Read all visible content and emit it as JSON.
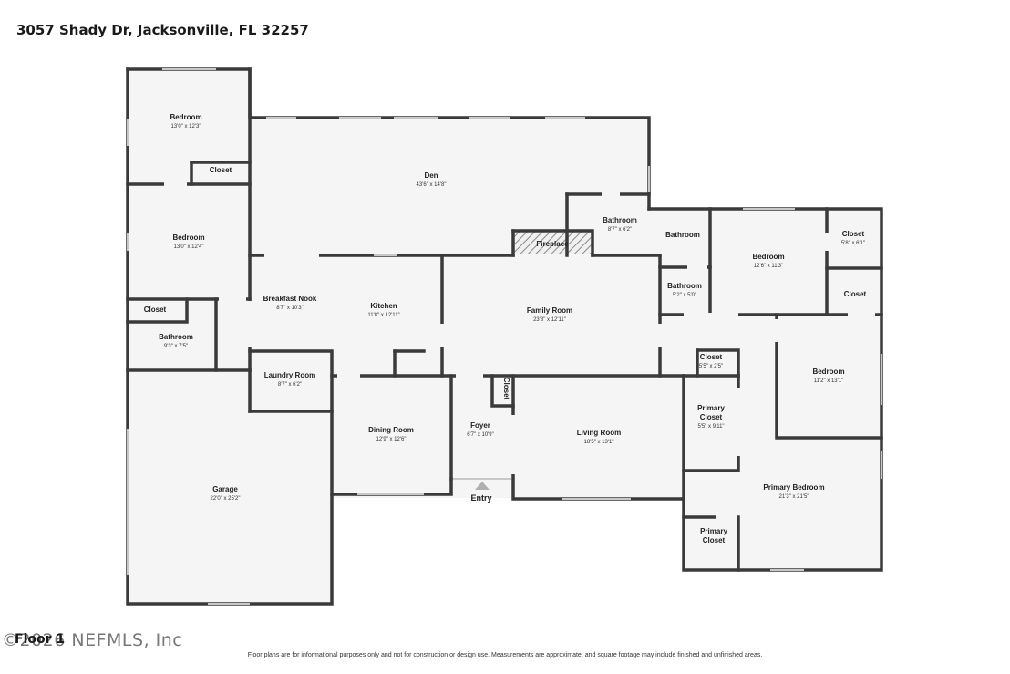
{
  "header": {
    "address": "3057 Shady Dr, Jacksonville, FL 32257"
  },
  "footer": {
    "floor_label": "Floor 1",
    "watermark": "©2026 NEFMLS, Inc",
    "disclaimer": "Floor plans are for informational purposes only and not for construction or design use. Measurements are approximate, and square footage may include finished and unfinished areas."
  },
  "colors": {
    "wall": "#3a3a3a",
    "floor": "#f5f5f5",
    "window": "#c8c8c8",
    "fireplace_hatch": "#8a8a8a",
    "entry_arrow": "#b0b0b0"
  },
  "rooms": [
    {
      "name": "Bedroom",
      "dim": "13'0\" x 12'3\""
    },
    {
      "name": "Closet",
      "dim": ""
    },
    {
      "name": "Bedroom",
      "dim": "13'0\" x 12'4\""
    },
    {
      "name": "Closet",
      "dim": ""
    },
    {
      "name": "Bathroom",
      "dim": "9'3\" x 7'5\""
    },
    {
      "name": "Den",
      "dim": "43'6\" x 14'8\""
    },
    {
      "name": "Bathroom",
      "dim": "8'7\" x 6'2\""
    },
    {
      "name": "Fireplace",
      "dim": ""
    },
    {
      "name": "Breakfast Nook",
      "dim": "8'7\" x 10'3\""
    },
    {
      "name": "Kitchen",
      "dim": "11'8\" x 12'11\""
    },
    {
      "name": "Family Room",
      "dim": "23'8\" x 12'11\""
    },
    {
      "name": "Laundry Room",
      "dim": "8'7\" x 6'2\""
    },
    {
      "name": "Dining Room",
      "dim": "12'9\" x 12'6\""
    },
    {
      "name": "Foyer",
      "dim": "6'7\" x 10'9\""
    },
    {
      "name": "Closet",
      "dim": ""
    },
    {
      "name": "Living Room",
      "dim": "18'5\" x 13'1\""
    },
    {
      "name": "Garage",
      "dim": "22'0\" x 25'2\""
    },
    {
      "name": "Bathroom",
      "dim": ""
    },
    {
      "name": "Bathroom",
      "dim": "5'2\" x 5'0\""
    },
    {
      "name": "Bedroom",
      "dim": "12'6\" x 11'3\""
    },
    {
      "name": "Closet",
      "dim": "5'8\" x 6'1\""
    },
    {
      "name": "Closet",
      "dim": ""
    },
    {
      "name": "Closet",
      "dim": "5'5\" x 2'5\""
    },
    {
      "name": "Bedroom",
      "dim": "11'2\" x 13'1\""
    },
    {
      "name": "Primary Closet",
      "dim": "5'5\" x 9'11\""
    },
    {
      "name": "Primary Bedroom",
      "dim": "21'3\" x 21'5\""
    },
    {
      "name": "Primary Closet",
      "dim": ""
    }
  ],
  "entry": {
    "label": "Entry"
  }
}
